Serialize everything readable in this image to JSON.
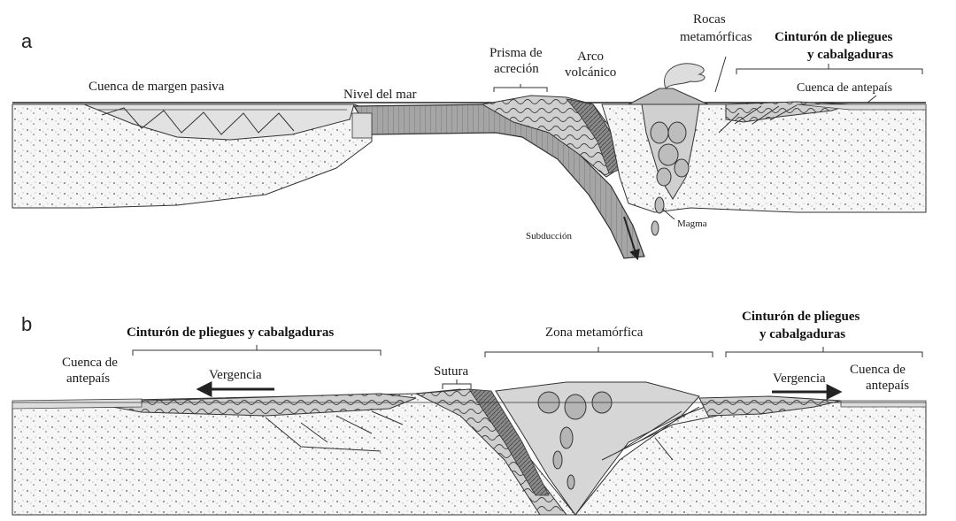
{
  "panel_a": {
    "letter": "a",
    "labels": {
      "passive_margin": "Cuenca de margen pasiva",
      "sea_level": "Nivel del mar",
      "prism_1": "Prisma de",
      "prism_2": "acreción",
      "arc_1": "Arco",
      "arc_2": "volcánico",
      "meta_1": "Rocas",
      "meta_2": "metamórficas",
      "belt_1": "Cinturón de pliegues",
      "belt_2": "y cabalgaduras",
      "foreland": "Cuenca de antepaís",
      "magma": "Magma",
      "subduction": "Subducción"
    }
  },
  "panel_b": {
    "letter": "b",
    "labels": {
      "belt_left": "Cinturón de pliegues y cabalgaduras",
      "foreland_left_1": "Cuenca de",
      "foreland_left_2": "antepaís",
      "vergence_left": "Vergencia",
      "suture": "Sutura",
      "meta_zone": "Zona metamórfica",
      "belt_right_1": "Cinturón de pliegues",
      "belt_right_2": "y cabalgaduras",
      "vergence_right": "Vergencia",
      "foreland_right_1": "Cuenca de",
      "foreland_right_2": "antepaís"
    }
  },
  "colors": {
    "ink": "#222222",
    "crust_fill": "#f4f4f4",
    "slab_fill": "#9e9e9e",
    "sediment_fill": "#c8c8c8",
    "dark_fill": "#6e6e6e"
  }
}
